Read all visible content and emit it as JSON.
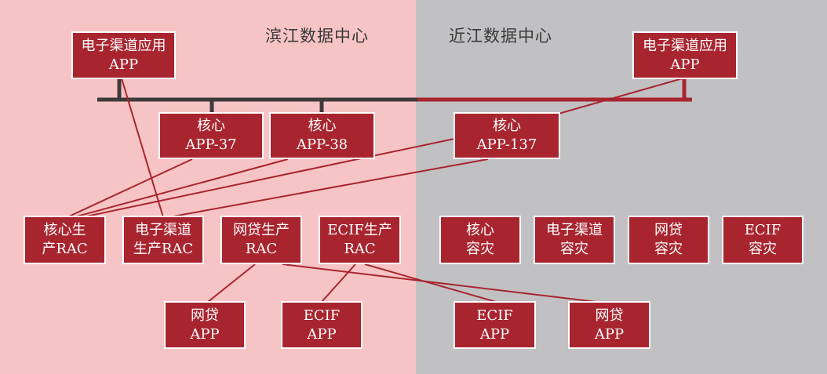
{
  "datacenters": {
    "left": {
      "title": "滨江数据中心"
    },
    "right": {
      "title": "近江数据中心"
    }
  },
  "colors": {
    "left_bg": "#f7c4c5",
    "right_bg": "#c1c1c3",
    "box_fill": "#a8252f",
    "box_border": "#ffffff",
    "bus_dark": "#3d3a3b",
    "bus_red": "#a8252f",
    "wire": "#a8252f"
  },
  "nodes": {
    "channel_app_left": {
      "line1": "电子渠道应用",
      "line2": "APP"
    },
    "channel_app_right": {
      "line1": "电子渠道应用",
      "line2": "APP"
    },
    "core_app_37": {
      "line1": "核心",
      "line2": "APP-37"
    },
    "core_app_38": {
      "line1": "核心",
      "line2": "APP-38"
    },
    "core_app_137": {
      "line1": "核心",
      "line2": "APP-137"
    },
    "core_rac": {
      "line1": "核心生",
      "line2": "产RAC"
    },
    "channel_rac": {
      "line1": "电子渠道",
      "line2": "生产RAC"
    },
    "loan_rac": {
      "line1": "网贷生产",
      "line2": "RAC"
    },
    "ecif_rac": {
      "line1": "ECIF生产",
      "line2": "RAC"
    },
    "core_dr": {
      "line1": "核心",
      "line2": "容灾"
    },
    "channel_dr": {
      "line1": "电子渠道",
      "line2": "容灾"
    },
    "loan_dr": {
      "line1": "网贷",
      "line2": "容灾"
    },
    "ecif_dr": {
      "line1": "ECIF",
      "line2": "容灾"
    },
    "loan_app_left": {
      "line1": "网贷",
      "line2": "APP"
    },
    "ecif_app_left": {
      "line1": "ECIF",
      "line2": "APP"
    },
    "ecif_app_right": {
      "line1": "ECIF",
      "line2": "APP"
    },
    "loan_app_right": {
      "line1": "网贷",
      "line2": "APP"
    }
  }
}
